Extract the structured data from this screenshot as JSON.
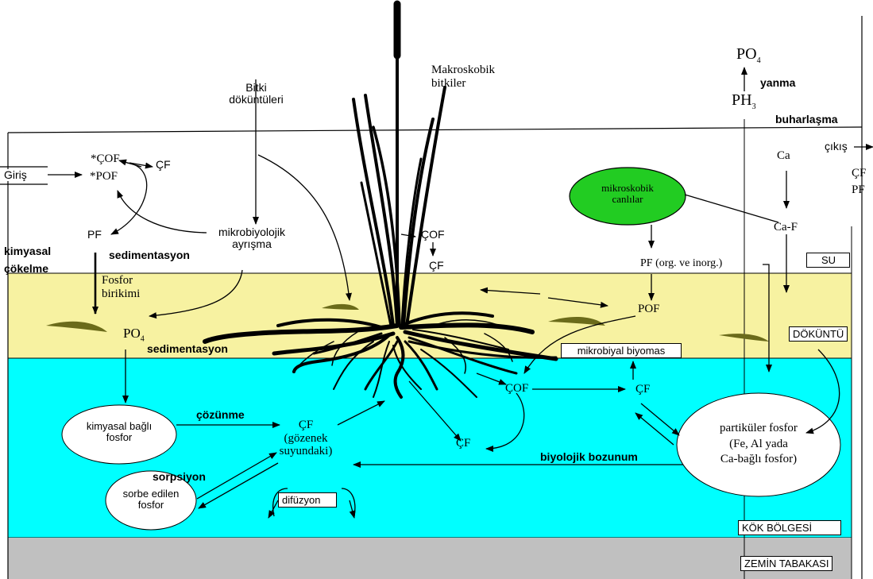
{
  "colors": {
    "sediment": "#f7f2a1",
    "root_zone": "#00ffff",
    "bed_layer": "#c0c0c0",
    "microbes": "#22cc22",
    "water": "#ffffff",
    "ink": "#000000"
  },
  "zones": {
    "water": "SU",
    "litter": "DÖKÜNTÜ",
    "root_zone": "KÖK BÖLGESİ",
    "bed_layer": "ZEMİN TABAKASI"
  },
  "labels": {
    "macrophytes": "Makroskobik\nbitkiler",
    "plant_litter": "Bitki\ndöküntüleri",
    "inflow": "Giriş",
    "cof_star": "*ÇOF",
    "pof_star": "*POF",
    "cf_top": "ÇF",
    "pf_left": "PF",
    "microbial_decomp": "mikrobiyolojik\nayrışma",
    "chem_precip": "kimyasal\nçökelme",
    "sedimentation_top": "sedimentasyon",
    "cof_mid": "ÇOF",
    "cf_mid": "ÇF",
    "phosphorus_accum": "Fosfor\nbirikimi",
    "po4_mid": "PO",
    "po4_sub": "4",
    "sedimentation_mid": "sedimentasyon",
    "po4_top": "PO",
    "po4_top_sub": "4",
    "burning": "yanma",
    "ph3": "PH",
    "ph3_sub": "3",
    "evaporation": "buharlaşma",
    "ca": "Ca",
    "outflow": "çıkış",
    "cf_out": "ÇF",
    "pf_out": "PF",
    "micro_organisms": "mikroskobik\ncanlılar",
    "ca_f": "Ca-F",
    "pf_org": "PF (org. ve inorg.)",
    "pof_right": "POF",
    "microbial_biomass": "mikrobiyal biyomas",
    "cof_low": "ÇOF",
    "cf_right": "ÇF",
    "chem_bound": "kimyasal bağlı\nfosfor",
    "dissolution": "çözünme",
    "cf_pore": "ÇF\n(gözenek\nsuyundaki)",
    "cf_low": "ÇF",
    "bio_decomp": "biyolojik bozunum",
    "particulate": "partiküler fosfor\n(Fe, Al yada\nCa-bağlı fosfor)",
    "sorption": "sorpsiyon",
    "sorbed": "sorbe edilen\nfosfor",
    "diffusion": "difüzyon"
  }
}
